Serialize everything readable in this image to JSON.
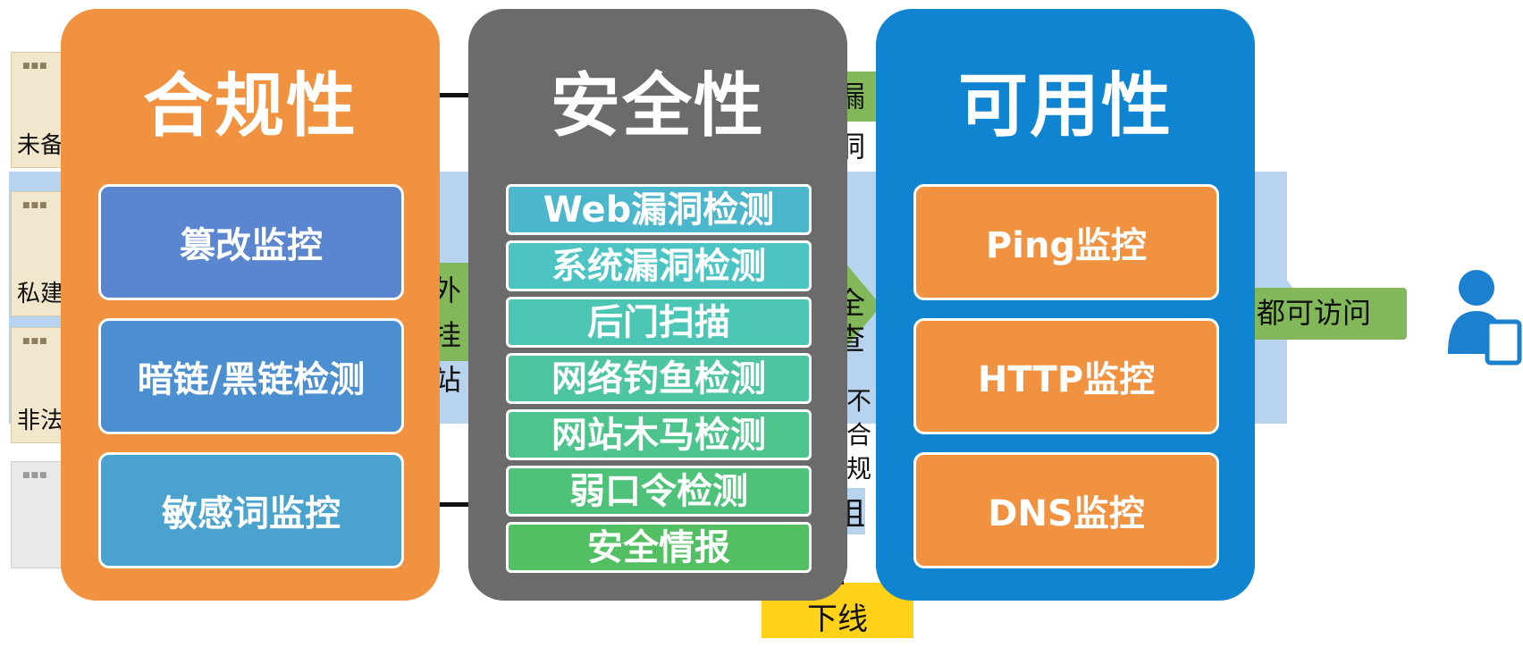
{
  "columns": [
    {
      "title": "合规性",
      "items": [
        "篡改监控",
        "暗链/黑链检测",
        "敏感词监控"
      ]
    },
    {
      "title": "安全性",
      "items": [
        "Web漏洞检测",
        "系统漏洞检测",
        "后门扫描",
        "网络钓鱼检测",
        "网站木马检测",
        "弱口令检测",
        "安全情报"
      ]
    },
    {
      "title": "可用性",
      "items": [
        "Ping监控",
        "HTTP监控",
        "DNS监控"
      ]
    }
  ],
  "background": {
    "thumb_labels": [
      "未备",
      "私建",
      "非法"
    ],
    "tag_leak": "漏洞",
    "tag_outer": "外挂",
    "tag_site": "站",
    "tag_safe": "全",
    "tag_check": "查",
    "tag_noncompliant": "不合规",
    "tag_block": "阻",
    "tag_accessible": "都可访问",
    "offline_label": "下线"
  },
  "colors": {
    "compliance": "#f0923f",
    "security": "#6b6b6b",
    "availability": "#0f84d0",
    "band": "#b7d3ee",
    "green_tag": "#83b85a",
    "yellow_tag": "#ffd21a"
  },
  "icons": [
    "user-tablet-icon"
  ]
}
